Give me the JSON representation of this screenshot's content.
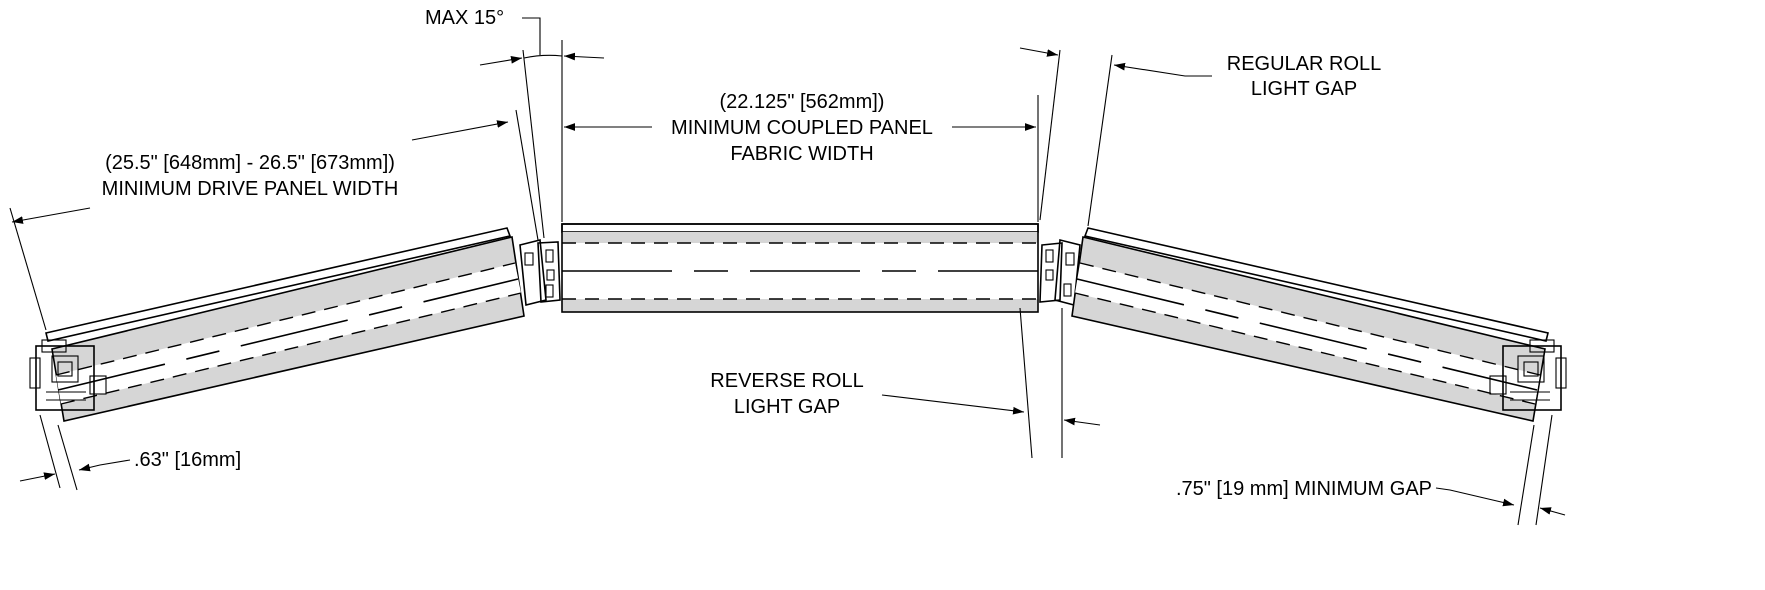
{
  "labels": {
    "max_angle": "MAX 15°",
    "regular_gap_l1": "REGULAR ROLL",
    "regular_gap_l2": "LIGHT GAP",
    "coupled_l1": "(22.125\" [562mm])",
    "coupled_l2": "MINIMUM COUPLED PANEL",
    "coupled_l3": "FABRIC WIDTH",
    "drive_l1": "(25.5\" [648mm] - 26.5\" [673mm])",
    "drive_l2": "MINIMUM DRIVE PANEL WIDTH",
    "reverse_gap_l1": "REVERSE ROLL",
    "reverse_gap_l2": "LIGHT GAP",
    "bracket_gap": ".63\" [16mm]",
    "min_gap": ".75\" [19 mm] MINIMUM GAP"
  }
}
